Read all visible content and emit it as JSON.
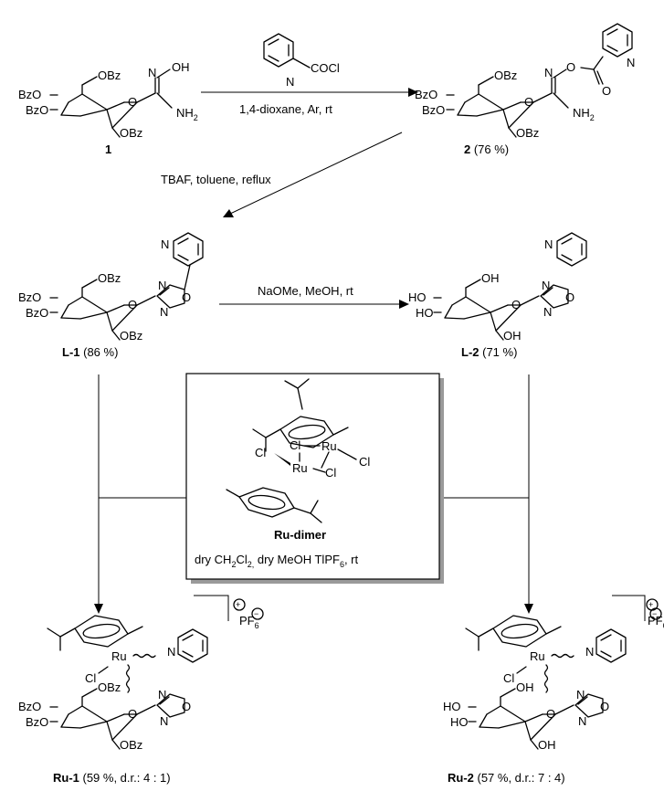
{
  "labels": {
    "oh": "OH",
    "bz": "OBz",
    "bzo": "BzO",
    "o": "O",
    "n": "N",
    "nh2": "NH",
    "two": "2",
    "six": "6",
    "ho": "HO",
    "cl": "Cl",
    "ru": "Ru",
    "cocl": "COCl",
    "pf": "PF",
    "plus": "+",
    "minus": "−"
  },
  "compounds": {
    "c1": "1",
    "c2_num": "2",
    "c2_yield": " (76 %)",
    "l1": "L-1",
    "l1_yield": " (86 %)",
    "l2": "L-2",
    "l2_yield": " (71 %)",
    "ru1": "Ru-1",
    "ru1_yield": " (59 %, d.r.: 4 : 1)",
    "ru2": "Ru-2",
    "ru2_yield": " (57 %, d.r.: 7 : 4)",
    "dimer": "Ru-dimer"
  },
  "conditions": {
    "step1": "1,4-dioxane, Ar, rt",
    "step2": "TBAF, toluene, reflux",
    "step3": "NaOMe, MeOH, rt",
    "box_a": "dry CH",
    "box_b": "2",
    "box_c": "Cl",
    "box_d": "2,",
    "box_e": " dry MeOH TlPF",
    "box_f": "6",
    "box_g": ", rt"
  }
}
